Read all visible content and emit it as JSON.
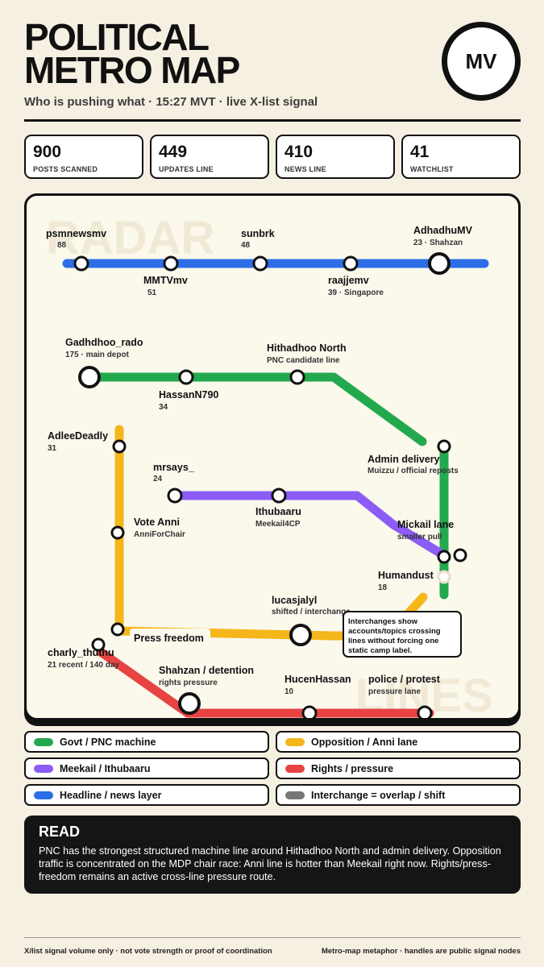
{
  "header": {
    "title_line1": "POLITICAL",
    "title_line2": "METRO MAP",
    "subtitle": "Who is pushing what · 15:27 MVT · live X-list signal",
    "logo": "MV"
  },
  "stats": [
    {
      "value": "900",
      "label": "POSTS SCANNED"
    },
    {
      "value": "449",
      "label": "UPDATES LINE"
    },
    {
      "value": "410",
      "label": "NEWS LINE"
    },
    {
      "value": "41",
      "label": "WATCHLIST"
    }
  ],
  "map": {
    "watermark_top": "RADAR",
    "watermark_bottom": "LINES",
    "colors": {
      "green": "#23a94d",
      "blue": "#2d6ee6",
      "yellow": "#f4b61a",
      "purple": "#8b5cf6",
      "red": "#e84343",
      "interchange": "#777777"
    },
    "stations": {
      "psmnewsmv": {
        "name": "psmnewsmv",
        "sub": "88"
      },
      "MMTVmv": {
        "name": "MMTVmv",
        "sub": "51"
      },
      "sunbrk": {
        "name": "sunbrk",
        "sub": "48"
      },
      "raajjemv": {
        "name": "raajjemv",
        "sub": "39 · Singapore"
      },
      "AdhadhuMV": {
        "name": "AdhadhuMV",
        "sub": "23 · Shahzan"
      },
      "Gadhdhoo_rado": {
        "name": "Gadhdhoo_rado",
        "sub": "175 · main depot"
      },
      "HassanN790": {
        "name": "HassanN790",
        "sub": "34"
      },
      "HithadhooNorth": {
        "name": "Hithadhoo North",
        "sub": "PNC candidate line"
      },
      "AdminDelivery": {
        "name": "Admin delivery",
        "sub": "Muizzu / official reposts"
      },
      "AdleeDeadly": {
        "name": "AdleeDeadly",
        "sub": "31"
      },
      "mrsays": {
        "name": "mrsays_",
        "sub": "24"
      },
      "Ithubaaru": {
        "name": "Ithubaaru",
        "sub": "Meekail4CP"
      },
      "MickailLane": {
        "name": "Mickail lane",
        "sub": "smaller pull"
      },
      "VoteAnni": {
        "name": "Vote Anni",
        "sub": "AnniForChair"
      },
      "Humandust": {
        "name": "Humandust",
        "sub": "18"
      },
      "lucasjalyl": {
        "name": "lucasjalyl",
        "sub": "shifted / interchange"
      },
      "PressFreedom": {
        "name": "Press freedom",
        "sub": ""
      },
      "charly_thuthu": {
        "name": "charly_thuthu",
        "sub": "21 recent / 140 day"
      },
      "ShahzanDetention": {
        "name": "Shahzan / detention",
        "sub": "rights pressure"
      },
      "HucenHassan": {
        "name": "HucenHassan",
        "sub": "10"
      },
      "PoliceProtest": {
        "name": "police / protest",
        "sub": "pressure lane"
      }
    },
    "note": [
      "Interchanges show",
      "accounts/topics crossing",
      "lines without forcing one",
      "static camp label."
    ]
  },
  "legend": [
    {
      "label": "Govt / PNC machine",
      "color": "#23a94d"
    },
    {
      "label": "Opposition / Anni lane",
      "color": "#f4b61a"
    },
    {
      "label": "Meekail / Ithubaaru",
      "color": "#8b5cf6"
    },
    {
      "label": "Rights / pressure",
      "color": "#e84343"
    },
    {
      "label": "Headline / news layer",
      "color": "#2d6ee6"
    },
    {
      "label": "Interchange = overlap / shift",
      "color": "#777777"
    }
  ],
  "read": {
    "title": "READ",
    "text": "PNC has the strongest structured machine line around Hithadhoo North and admin delivery. Opposition traffic is concentrated on the MDP chair race: Anni line is hotter than Meekail right now. Rights/press-freedom remains an active cross-line pressure route."
  },
  "footer": {
    "left": "X/list signal volume only · not vote strength or proof of coordination",
    "right": "Metro-map metaphor · handles are public signal nodes"
  }
}
